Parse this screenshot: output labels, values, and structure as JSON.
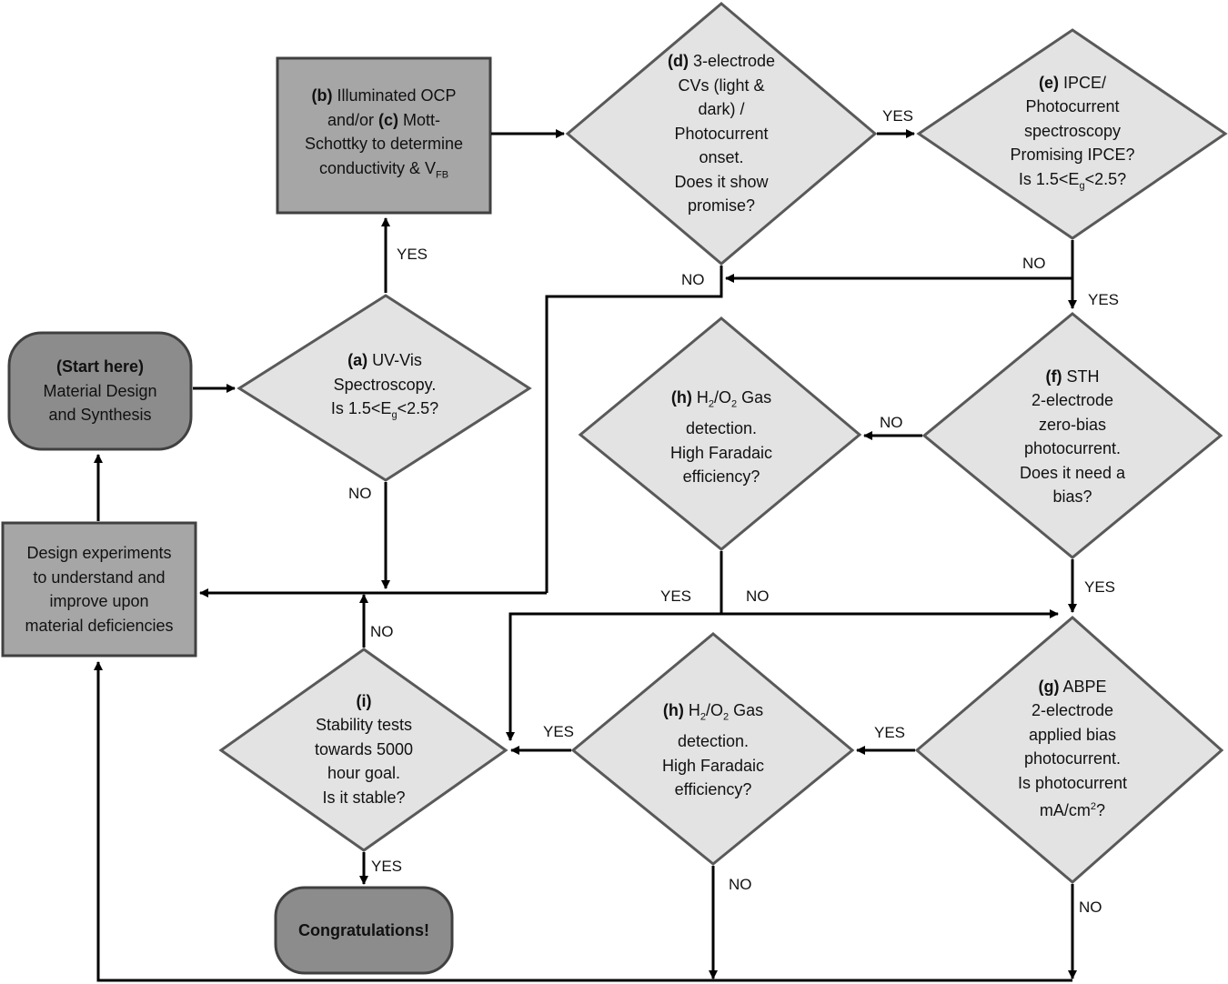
{
  "nodes": {
    "start": {
      "line1": "(Start here)",
      "line2": "Material Design",
      "line3": "and Synthesis"
    },
    "design": {
      "lines": [
        "Design experiments",
        "to understand and",
        "improve upon",
        "material deficiencies"
      ]
    },
    "a": {
      "tag": "(a)",
      "l1": "UV-Vis",
      "l2": "Spectroscopy.",
      "l3_pre": "Is 1.5<E",
      "l3_sub": "g",
      "l3_post": "<2.5?"
    },
    "bc": {
      "tag_b": "(b)",
      "l1": "Illuminated OCP",
      "l2_pre": "and/or",
      "tag_c": "(c)",
      "l2_post": "Mott-",
      "l3": "Schottky to determine",
      "l4_pre": "conductivity & V",
      "l4_sub": "FB"
    },
    "d": {
      "tag": "(d)",
      "l1": "3-electrode",
      "l2": "CVs (light &",
      "l3": "dark) /",
      "l4": "Photocurrent",
      "l5": "onset.",
      "l6": "Does it show",
      "l7": "promise?"
    },
    "e": {
      "tag": "(e)",
      "l1": "IPCE/",
      "l2": "Photocurrent",
      "l3": "spectroscopy",
      "l4": "Promising IPCE?",
      "l5_pre": "Is 1.5<E",
      "l5_sub": "g",
      "l5_post": "<2.5?"
    },
    "f": {
      "tag": "(f)",
      "l1": "STH",
      "l2": "2-electrode",
      "l3": "zero-bias",
      "l4": "photocurrent.",
      "l5": "Does it need a",
      "l6": "bias?"
    },
    "h1": {
      "tag": "(h)",
      "l1_pre": "H",
      "l1_sub1": "2",
      "l1_mid": "/O",
      "l1_sub2": "2",
      "l1_post": "Gas",
      "l2": "detection.",
      "l3": "High Faradaic",
      "l4": "efficiency?"
    },
    "g": {
      "tag": "(g)",
      "l1": "ABPE",
      "l2": "2-electrode",
      "l3": "applied bias",
      "l4": "photocurrent.",
      "l5": "Is photocurrent",
      "l6_pre": "mA/cm",
      "l6_sup": "2",
      "l6_post": "?"
    },
    "h2": {
      "tag": "(h)",
      "l1_pre": "H",
      "l1_sub1": "2",
      "l1_mid": "/O",
      "l1_sub2": "2",
      "l1_post": "Gas",
      "l2": "detection.",
      "l3": "High Faradaic",
      "l4": "efficiency?"
    },
    "i": {
      "tag": "(i)",
      "l1": "Stability tests",
      "l2": "towards 5000",
      "l3": "hour  goal.",
      "l4": "Is it stable?"
    },
    "congrats": {
      "label": "Congratulations!"
    }
  },
  "labels": {
    "a_yes": "YES",
    "a_no": "NO",
    "d_yes": "YES",
    "d_no": "NO",
    "e_no": "NO",
    "e_yes": "YES",
    "f_no": "NO",
    "f_yes": "YES",
    "h1_yes": "YES",
    "h1_no": "NO",
    "g_yes": "YES",
    "g_no": "NO",
    "h2_yes": "YES",
    "h2_no": "NO",
    "i_no": "NO",
    "i_yes": "YES"
  },
  "colors": {
    "dark_fill": "#8c8c8c",
    "box_fill": "#a6a6a6",
    "diamond_fill": "#e3e3e3",
    "stroke": "#595959",
    "line": "#000000"
  }
}
